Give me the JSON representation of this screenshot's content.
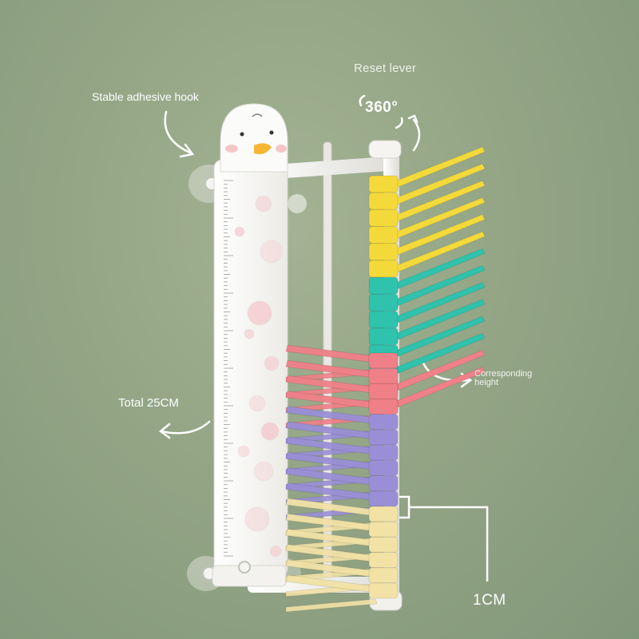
{
  "annotations": {
    "reset_lever": "Reset lever",
    "rotation": "360°",
    "adhesive_hook": "Stable adhesive hook",
    "total_length": "Total 25CM",
    "corresponding_height": "Corresponding height",
    "increment": "1CM"
  },
  "colors": {
    "background": "#8fa080",
    "frame": "#f1f0ec",
    "yellow": "#f4d93a",
    "teal": "#2fc2ad",
    "coral": "#f08088",
    "purple": "#9a8fd6",
    "cream": "#f2e2a6",
    "dot_pink": "#f5c8cc"
  },
  "product": {
    "icons": [
      "duck-head-icon",
      "suction-cup-icon",
      "ruler-scale-icon",
      "rotation-arrow-icon"
    ]
  }
}
